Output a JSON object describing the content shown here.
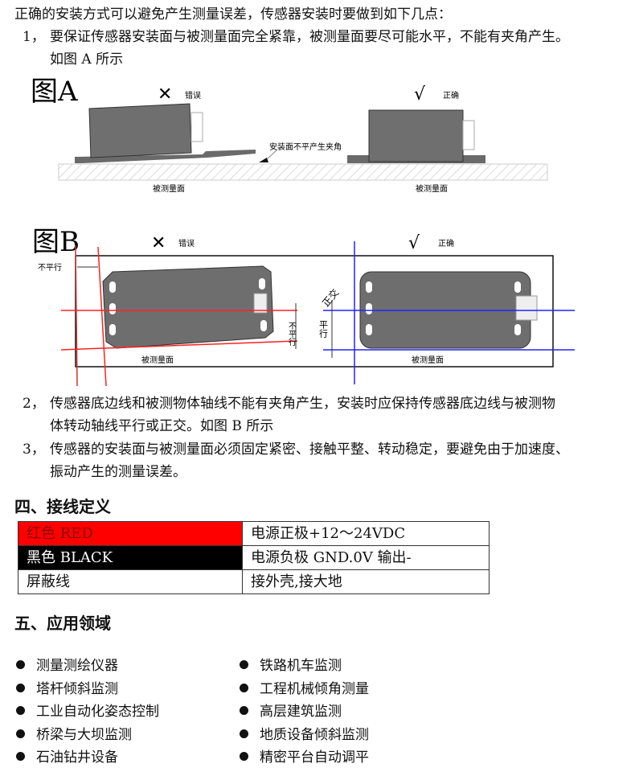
{
  "intro": "正确的安装方式可以避免产生测量误差，传感器安装时要做到如下几点：",
  "points": [
    {
      "num": "1，",
      "lines": [
        "要保证传感器安装面与被测量面完全紧靠，被测量面要尽可能水平，不能有夹角产生。",
        "如图 A 所示"
      ]
    },
    {
      "num": "2，",
      "lines": [
        "传感器底边线和被测物体轴线不能有夹角产生，安装时应保持传感器底边线与被测物",
        "体转动轴线平行或正交。如图 B 所示"
      ]
    },
    {
      "num": "3，",
      "lines": [
        "传感器的安装面与被测量面必须固定紧密、接触平整、转动稳定，要避免由于加速度、",
        "振动产生的测量误差。"
      ]
    }
  ],
  "figA": {
    "title": "图A",
    "wrong": "错误",
    "right": "正确",
    "wrong_mark": "✕",
    "right_mark": "√",
    "annotation": "安装面不平产生夹角",
    "surface": "被测量面"
  },
  "figB": {
    "title": "图B",
    "wrong": "错误",
    "right": "正确",
    "wrong_mark": "✕",
    "right_mark": "√",
    "not_parallel": "不平行",
    "not_parallel_v": "不平行",
    "orthogonal": "正交",
    "parallel": "平行",
    "surface": "被测量面"
  },
  "wiring": {
    "heading": "四、接线定义",
    "colors": {
      "red": "#ff0000",
      "black": "#000000"
    },
    "rows": [
      {
        "wire": "红色 RED",
        "function": "电源正极+12～24VDC"
      },
      {
        "wire": "黑色 BLACK",
        "function": "电源负极 GND.0V 输出-"
      },
      {
        "wire": "屏蔽线",
        "function": "接外壳,接大地"
      }
    ]
  },
  "applications": {
    "heading": "五、应用领域",
    "left": [
      "测量测绘仪器",
      "塔杆倾斜监测",
      "工业自动化姿态控制",
      "桥梁与大坝监测",
      "石油钻井设备"
    ],
    "right": [
      "铁路机车监测",
      "工程机械倾角测量",
      "高层建筑监测",
      "地质设备倾斜监测",
      "精密平台自动调平"
    ]
  }
}
